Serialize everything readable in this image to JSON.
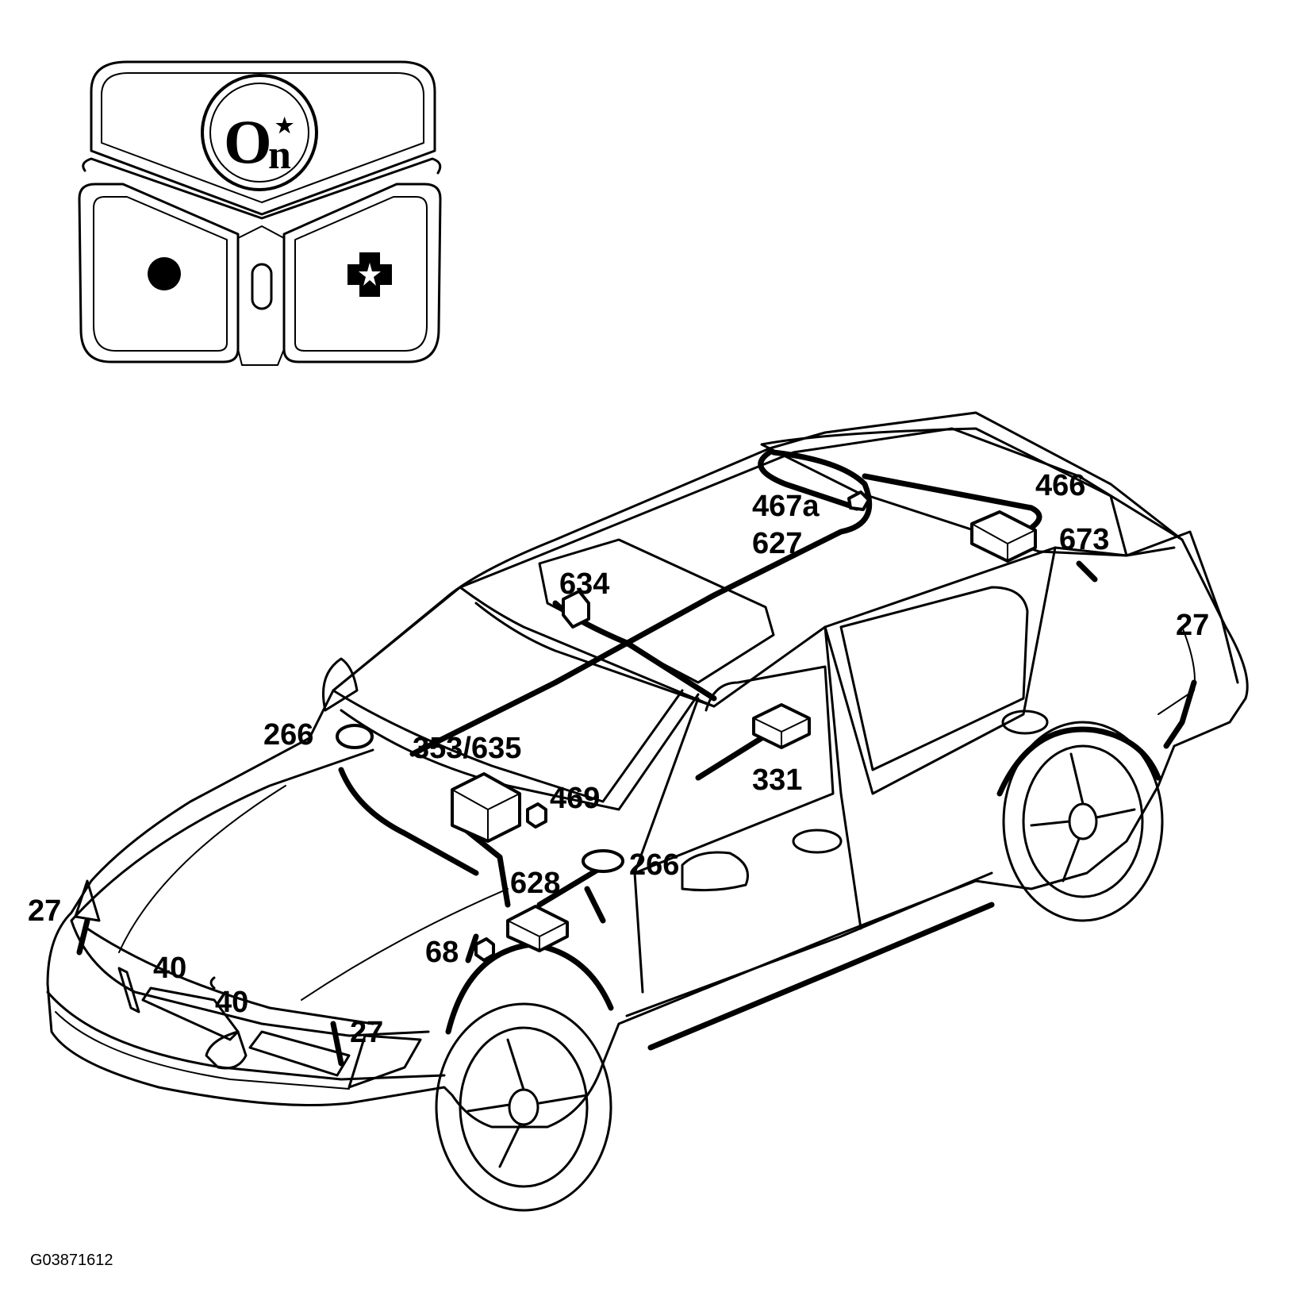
{
  "figure_id": "G03871612",
  "onstar_keypad": {
    "logo": {
      "main": "O",
      "sub": "n",
      "star": "★"
    },
    "left_button_icon": "dot-icon",
    "right_button_icon": "star-cross-icon",
    "center_indicator_icon": "led-indicator-icon"
  },
  "callouts": [
    {
      "id": "c1",
      "label": "467a"
    },
    {
      "id": "c2",
      "label": "627"
    },
    {
      "id": "c3",
      "label": "466"
    },
    {
      "id": "c4",
      "label": "673"
    },
    {
      "id": "c5",
      "label": "634"
    },
    {
      "id": "c6",
      "label": "27"
    },
    {
      "id": "c7",
      "label": "266"
    },
    {
      "id": "c8",
      "label": "353/635"
    },
    {
      "id": "c9",
      "label": "331"
    },
    {
      "id": "c10",
      "label": "469"
    },
    {
      "id": "c11",
      "label": "266"
    },
    {
      "id": "c12",
      "label": "628"
    },
    {
      "id": "c13",
      "label": "27"
    },
    {
      "id": "c14",
      "label": "68"
    },
    {
      "id": "c15",
      "label": "40"
    },
    {
      "id": "c16",
      "label": "40"
    },
    {
      "id": "c17",
      "label": "27"
    }
  ]
}
